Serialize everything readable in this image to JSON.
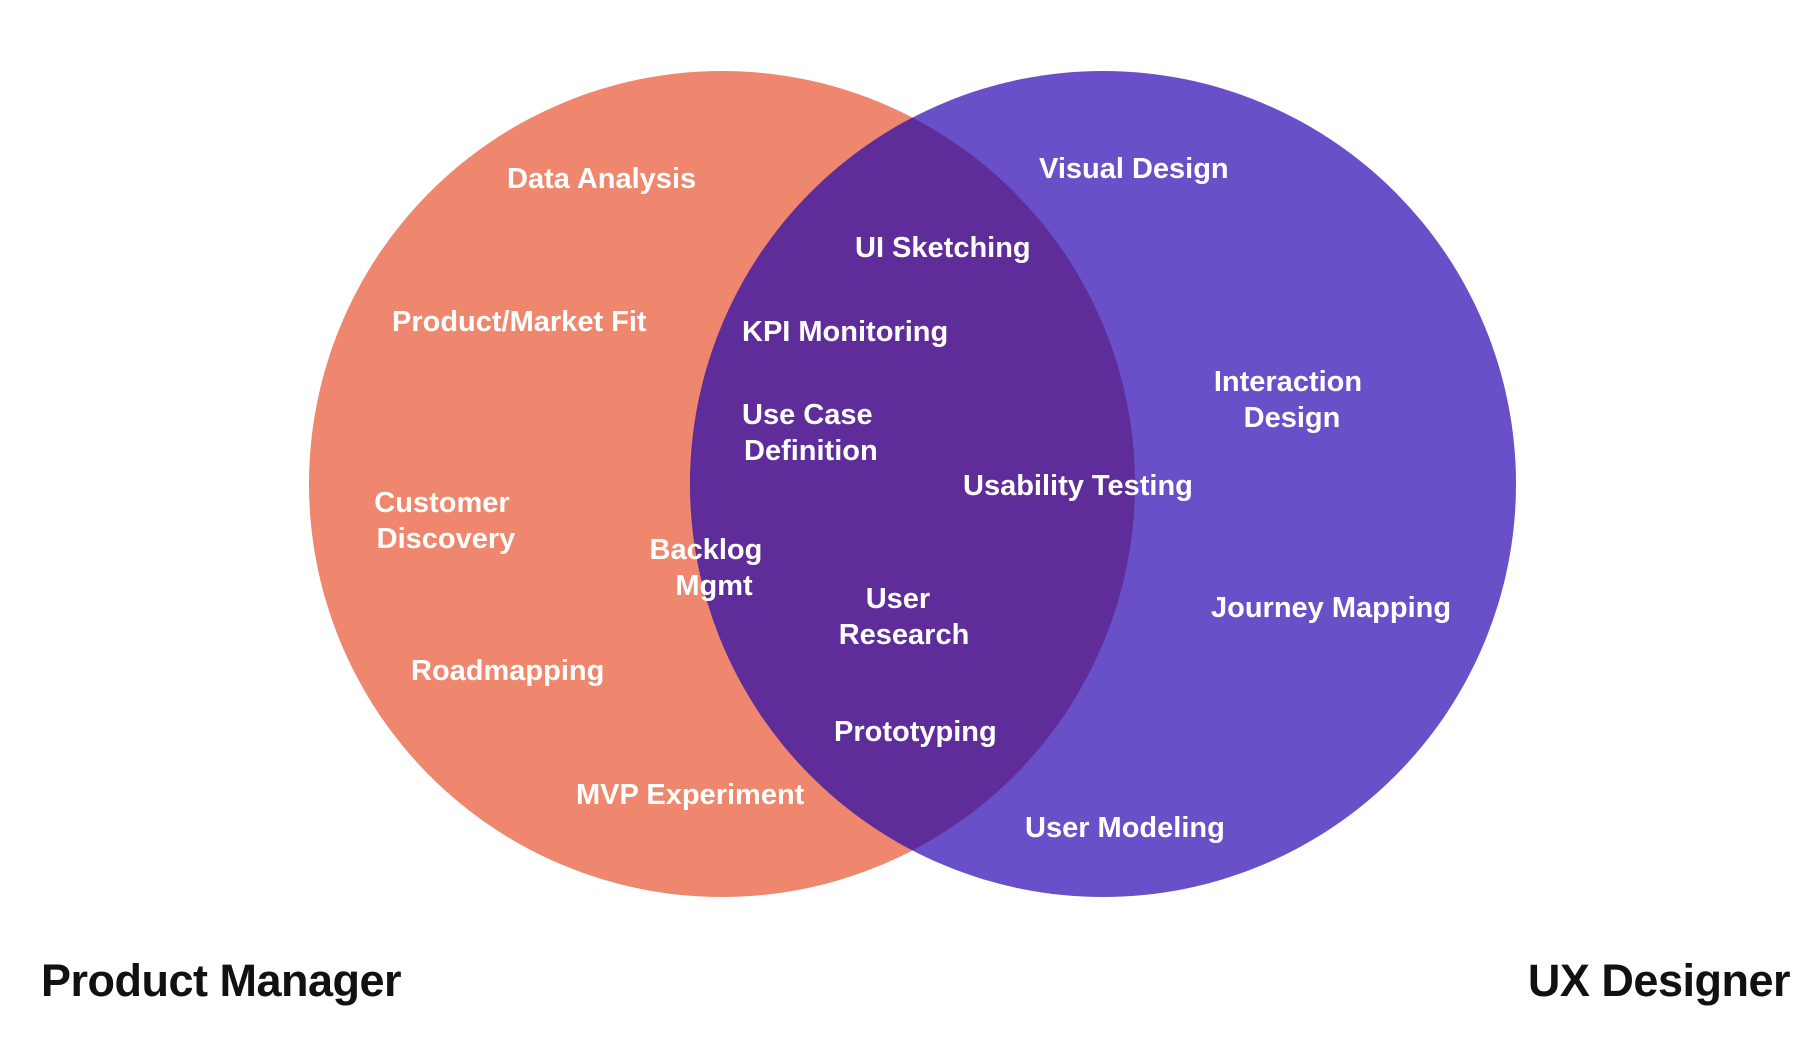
{
  "colors": {
    "product_manager": "#ee876d",
    "ux_designer": "#6950c9",
    "overlap": "#5f2d9a",
    "skill_text": "#ffffff",
    "label_text": "#111111"
  },
  "labels": {
    "product_manager": "Product Manager",
    "ux_designer": "UX Designer"
  },
  "skills": {
    "data_analysis": "Data Analysis",
    "product_market_fit": "Product/Market Fit",
    "customer_discovery": [
      "Customer",
      "Discovery"
    ],
    "roadmapping": "Roadmapping",
    "mvp_experiment": "MVP Experiment",
    "backlog_mgmt": [
      "Backlog",
      "Mgmt"
    ],
    "ui_sketching": "UI Sketching",
    "kpi_monitoring": "KPI Monitoring",
    "use_case_definition": [
      "Use Case",
      "Definition"
    ],
    "usability_testing": "Usability Testing",
    "user_research": [
      "User",
      "Research"
    ],
    "prototyping": "Prototyping",
    "visual_design": "Visual Design",
    "interaction_design": [
      "Interaction",
      "Design"
    ],
    "journey_mapping": "Journey Mapping",
    "user_modeling": "User Modeling"
  }
}
